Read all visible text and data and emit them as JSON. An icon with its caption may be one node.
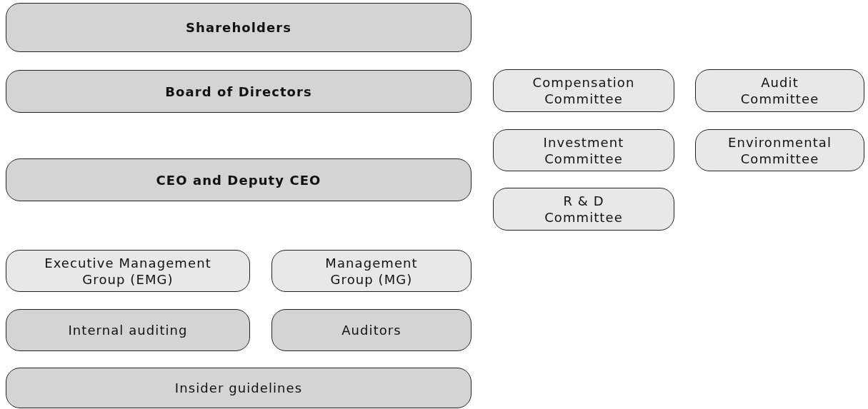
{
  "diagram": {
    "nodes": [
      {
        "text": [
          "Shareholders"
        ]
      },
      {
        "text": [
          "Board of Directors"
        ]
      },
      {
        "text": [
          "Compensation Committee"
        ]
      },
      {
        "text": [
          "Audit Committee"
        ]
      },
      {
        "text": [
          "Investment Committee"
        ]
      },
      {
        "text": [
          "Environmental Committee"
        ]
      },
      {
        "text": [
          "CEO and Deputy CEO"
        ]
      },
      {
        "text": [
          "R & D Committee"
        ]
      },
      {
        "text": [
          "Executive Management Group (EMG)"
        ]
      },
      {
        "text": [
          "Management Group (MG)"
        ]
      },
      {
        "text": [
          "Internal auditing"
        ]
      },
      {
        "text": [
          "Auditors"
        ]
      },
      {
        "text": [
          "Insider guidelines"
        ]
      }
    ]
  }
}
